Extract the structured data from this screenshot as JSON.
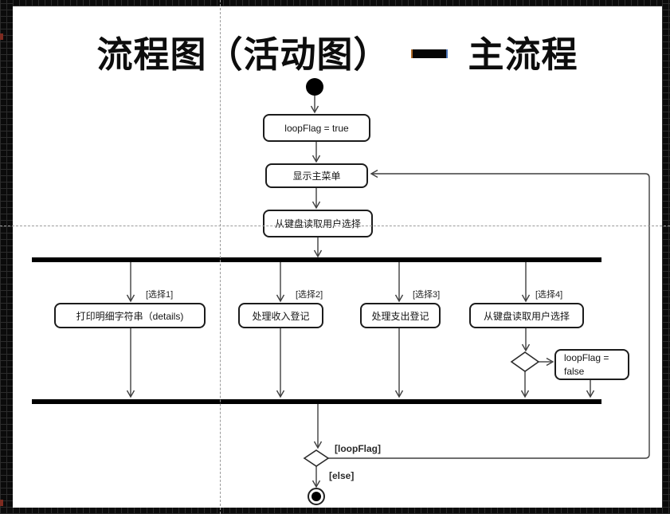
{
  "title": {
    "left": "流程图（活动图）",
    "right": "主流程",
    "dash_color": "#050505"
  },
  "diagram": {
    "start_node": "initial-state",
    "init_action": "loopFlag = true",
    "show_menu_action": "显示主菜单",
    "read_input_action": "从键盘读取用户选择",
    "branches": [
      {
        "guard": "[选择1]",
        "action": "打印明细字符串（details)"
      },
      {
        "guard": "[选择2]",
        "action": "处理收入登记"
      },
      {
        "guard": "[选择3]",
        "action": "处理支出登记"
      },
      {
        "guard": "[选择4]",
        "action": "从键盘读取用户选择"
      }
    ],
    "set_false_action": {
      "line1": "loopFlag =",
      "line2": "false"
    },
    "loop_guard": "[loopFlag]",
    "else_guard": "[else]",
    "end_node": "final-state"
  },
  "colors": {
    "canvas_bg": "#ffffff",
    "frame_bg": "#0b0b0b",
    "frame_grid_line": "#2c2c2c",
    "node_border": "#1c1c1c",
    "connector": "#3f3f3f",
    "guide_dashed": "#9a9a9a",
    "ruler_marker_red": "#7e2b20"
  }
}
